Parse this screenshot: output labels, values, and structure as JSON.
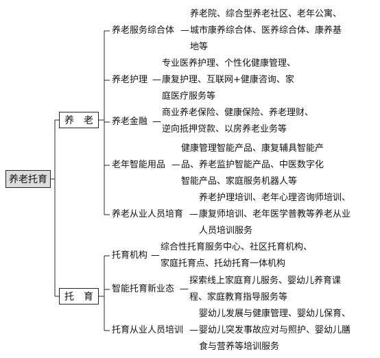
{
  "root": "养老托育",
  "branches": [
    {
      "label": "养　老",
      "items": [
        {
          "name": "养老服务综合体",
          "lines": [
            "养老院、综合型养老社区、老年公寓、",
            "城市康养综合体、医养综合体、康养基",
            "地等"
          ]
        },
        {
          "name": "养老护理",
          "lines": [
            "专业医养护理、个性化健康管理、",
            "康复护理、互联网+健康咨询、家",
            "庭医疗服务等"
          ]
        },
        {
          "name": "养老金融",
          "lines": [
            "商业养老保险、健康保险、养老理财、",
            "逆向抵押贷款、以房养老业务等"
          ]
        },
        {
          "name": "老年智能用品",
          "lines": [
            "健康管理智能产品、康复辅具智能产",
            "品、养老监护智能产品、中医数字化",
            "智能产品、家庭服务机器人等"
          ]
        },
        {
          "name": "养老从业人员培育",
          "lines": [
            "养老护理培训、老年心理咨询师培训、",
            "康复师培训、老年医学普教等养老从业",
            "人员培训服务"
          ]
        }
      ]
    },
    {
      "label": "托　育",
      "items": [
        {
          "name": "托育机构",
          "lines": [
            "综合性托育服务中心、社区托育机构、",
            "家庭托育点、托幼托育一体机构"
          ]
        },
        {
          "name": "智能托育新业态",
          "lines": [
            "探索线上家庭育儿服务、婴幼儿养育课",
            "程、家庭教育指导服务等"
          ]
        },
        {
          "name": "托育从业人员培训",
          "lines": [
            "婴幼儿发展与健康管理、婴幼儿保育、",
            "婴幼儿突发事故应对与照护、婴幼儿膳",
            "食与营养等培训服务"
          ]
        }
      ]
    }
  ]
}
